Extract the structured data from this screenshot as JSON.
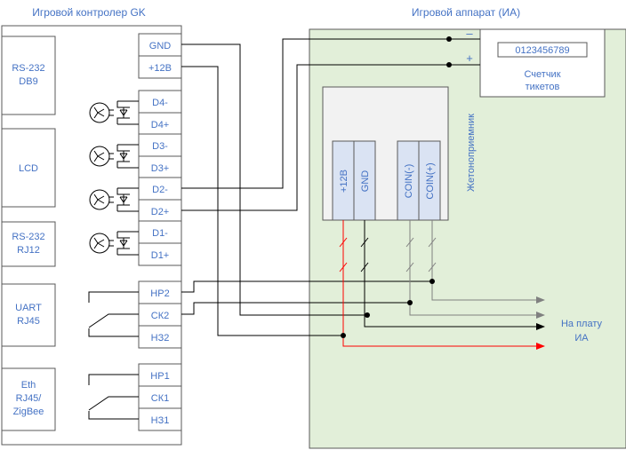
{
  "controller": {
    "title": "Игровой контролер GK",
    "modules": {
      "rs232_db9_line1": "RS-232",
      "rs232_db9_line2": "DB9",
      "lcd": "LCD",
      "rs232_rj12_line1": "RS-232",
      "rs232_rj12_line2": "RJ12",
      "uart_line1": "UART",
      "uart_line2": "RJ45",
      "eth_line1": "Eth",
      "eth_line2": "RJ45/",
      "eth_line3": "ZigBee"
    },
    "terminals": {
      "gnd": "GND",
      "plus12": "+12В",
      "d4minus": "D4-",
      "d4plus": "D4+",
      "d3minus": "D3-",
      "d3plus": "D3+",
      "d2minus": "D2-",
      "d2plus": "D2+",
      "d1minus": "D1-",
      "d1plus": "D1+",
      "hp2": "НР2",
      "ck2": "СК2",
      "h32": "НЗ2",
      "hp1": "НР1",
      "ck1": "СК1",
      "h31": "НЗ1"
    }
  },
  "machine": {
    "title": "Игровой аппарат (ИА)",
    "counter": {
      "display": "0123456789",
      "label_line1": "Счетчик",
      "label_line2": "тикетов",
      "minus": "–",
      "plus": "+"
    },
    "acceptor": {
      "title": "Жетоноприемник",
      "pins": {
        "plus12": "+12В",
        "gnd": "GND",
        "coin_minus": "COIN(-)",
        "coin_plus": "COIN(+)"
      }
    },
    "destination_line1": "На плату",
    "destination_line2": "ИА"
  },
  "colors": {
    "machine_fill": "#e2efd9",
    "controller_fill": "#ffffff",
    "acceptor_fill": "#f2f2f2",
    "pin_fill": "#dae3f3",
    "text": "#4472c4",
    "line": "#000000",
    "power_line": "#ff0000",
    "coin_line": "#808080"
  }
}
